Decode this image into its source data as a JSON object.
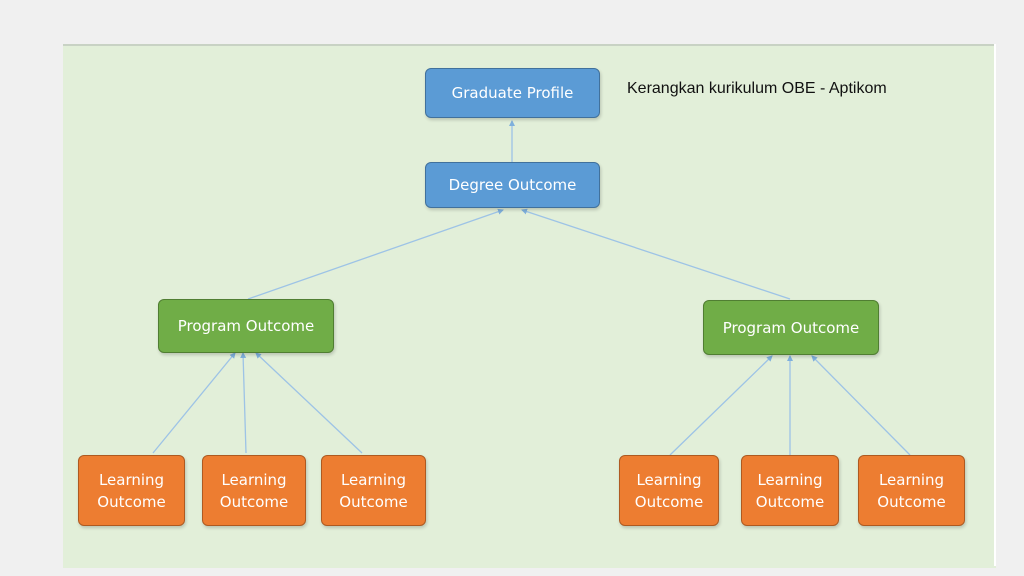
{
  "caption": "Kerangkan kurikulum OBE - Aptikom",
  "nodes": {
    "graduate_profile": "Graduate Profile",
    "degree_outcome": "Degree Outcome",
    "program_outcome_left": "Program Outcome",
    "program_outcome_right": "Program Outcome",
    "learning_outcomes_left": [
      "Learning\nOutcome",
      "Learning\nOutcome",
      "Learning\nOutcome"
    ],
    "learning_outcomes_right": [
      "Learning\nOutcome",
      "Learning\nOutcome",
      "Learning\nOutcome"
    ]
  },
  "colors": {
    "panel_background": "#e2efd9",
    "top_level": "#5b9bd5",
    "program_level": "#70ad47",
    "learning_level": "#ed7d31",
    "connector": "#9dc3e6"
  }
}
